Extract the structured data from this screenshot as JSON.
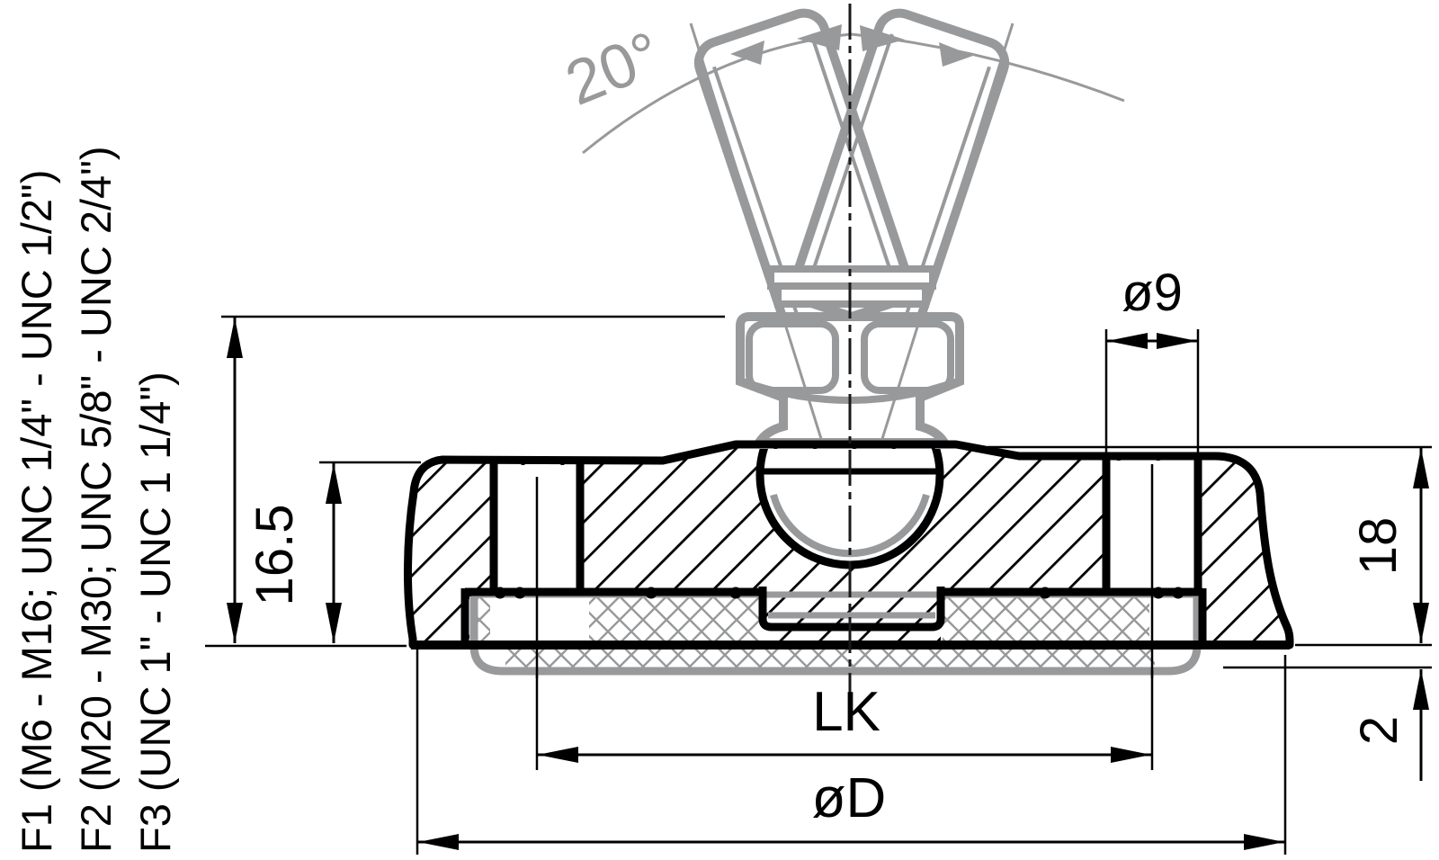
{
  "drawing": {
    "title": "swivel-foot-cross-section",
    "legend": {
      "f1": "F1 (M6 - M16; UNC 1/4\" - UNC 1/2\")",
      "f2": "F2 (M20 - M30; UNC 5/8\" - UNC 2/4\")",
      "f3": "F3 (UNC 1\" - UNC 1 1/4\")"
    },
    "dimensions": {
      "swivel_angle": "20°",
      "hole_diameter": "ø9",
      "body_height": "16.5",
      "total_height": "18",
      "pad_protrusion": "2",
      "bolt_circle": "LK",
      "outer_diameter": "øD"
    },
    "colors": {
      "line": "#000000",
      "ghost_gray": "#98999b",
      "background": "#ffffff"
    }
  }
}
